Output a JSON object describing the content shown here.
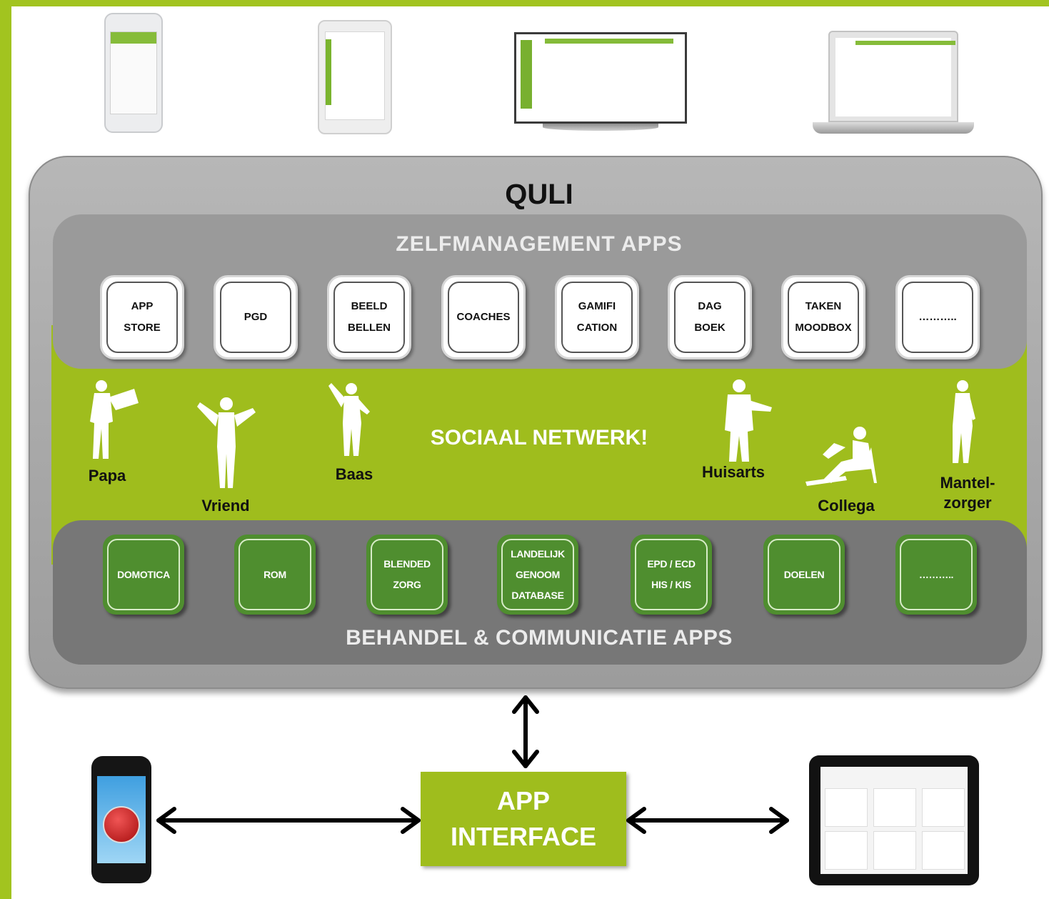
{
  "title": "QULI",
  "zelfmanagement": {
    "title": "ZELFMANAGEMENT  APPS",
    "apps": [
      "APP\nSTORE",
      "PGD",
      "BEELD\nBELLEN",
      "COACHES",
      "GAMIFI\nCATION",
      "DAG\nBOEK",
      "TAKEN\nMOODBOX",
      "……….."
    ]
  },
  "social": {
    "title": "SOCIAAL  NETWERK!",
    "people": [
      "Papa",
      "Vriend",
      "Baas",
      "Huisarts",
      "Collega",
      "Mantel-\nzorger"
    ]
  },
  "behandel": {
    "title": "BEHANDEL  & COMMUNICATIE APPS",
    "apps": [
      "DOMOTICA",
      "ROM",
      "BLENDED\nZORG",
      "LANDELIJK\nGENOOM\nDATABASE",
      "EPD / ECD\nHIS / KIS",
      "DOELEN",
      "……….."
    ]
  },
  "app_interface": {
    "line1": "APP",
    "line2": "INTERFACE"
  },
  "colors": {
    "brand_green": "#9fbd1d",
    "app_green": "#4f8e2f",
    "panel_gray": "#9a9a9a"
  }
}
